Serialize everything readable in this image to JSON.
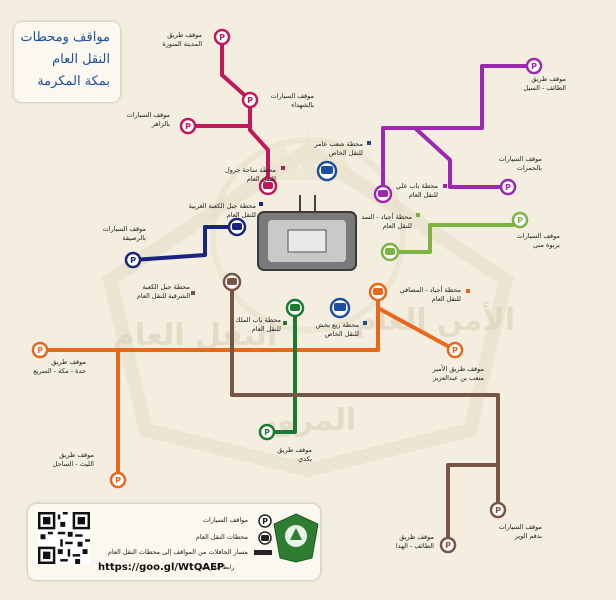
{
  "title": {
    "line1": "مواقف ومحطات",
    "line2": "النقل العام",
    "line3": "بمكة المكرمة"
  },
  "watermark": {
    "left": "النقل العام",
    "right": "الأمن العام",
    "bottom": "المرور"
  },
  "colors": {
    "pink": "#c2185b",
    "purple": "#9c27b0",
    "green_light": "#7cb342",
    "navy": "#1a237e",
    "green_dark": "#1b7a2f",
    "orange": "#e8671a",
    "brown": "#795548",
    "parking_icon": "parking-p-icon",
    "bus_icon": "bus-icon"
  },
  "labels": {
    "madinah_road": [
      "موقف طريق",
      "المدينة المنورة"
    ],
    "shuhada": [
      "موقف السيارات",
      "بالشهداء"
    ],
    "zahir": [
      "موقف السيارات",
      "بالزاهر"
    ],
    "jarwal": [
      "محطة ساحة جرول",
      "للنقل العام"
    ],
    "shaab_amer": [
      "محطة شعب عامر",
      "للنقل الخاص"
    ],
    "taif_sail": [
      "موقف طريق",
      "الطائف - السيل"
    ],
    "jamarat": [
      "موقف السيارات",
      "بالجمرات"
    ],
    "bab_ali": [
      "محطة باب علي",
      "للنقل العام"
    ],
    "ajyad_sad": [
      "محطة أجياد - السد",
      "للنقل العام"
    ],
    "kaaba_west": [
      "محطة جبل الكعبة الغربية",
      "للنقل العام"
    ],
    "rusaifa": [
      "موقف السيارات",
      "بالرصيفة"
    ],
    "mina": [
      "موقف السيارات",
      "بربوة منى"
    ],
    "kaaba_east": [
      "محطة جبل الكعبة",
      "الشرقية للنقل العام"
    ],
    "ajyad_masafi": [
      "محطة أجياد - المصافي",
      "للنقل العام"
    ],
    "bab_malik": [
      "محطة باب الملك",
      "للنقل العام"
    ],
    "rea_bakhsh": [
      "محطة ريع بخش",
      "للنقل الخاص"
    ],
    "jeddah_road": [
      "موقف طريق",
      "جدة - مكة - السريع"
    ],
    "ameer_mutib": [
      "موقف طريق الأمير",
      "متعب بن عبدالعزيز"
    ],
    "lith_sahil": [
      "موقف طريق",
      "الليث - الساحل"
    ],
    "bakkah": [
      "موقف طريق",
      "بكدي"
    ],
    "taif_hada": [
      "موقف طريق",
      "الطائف - الهدا"
    ],
    "wabr": [
      "موقف السيارات",
      "بدقم الوبر"
    ]
  },
  "legend": {
    "parking": "مواقف السيارات",
    "bus": "محطات النقل العام",
    "route": "مسار الحافلات من المواقف إلى محطات النقل العام",
    "map_link_label": "رابط الخريطة:",
    "url": "https://goo.gl/WtQAEP"
  }
}
